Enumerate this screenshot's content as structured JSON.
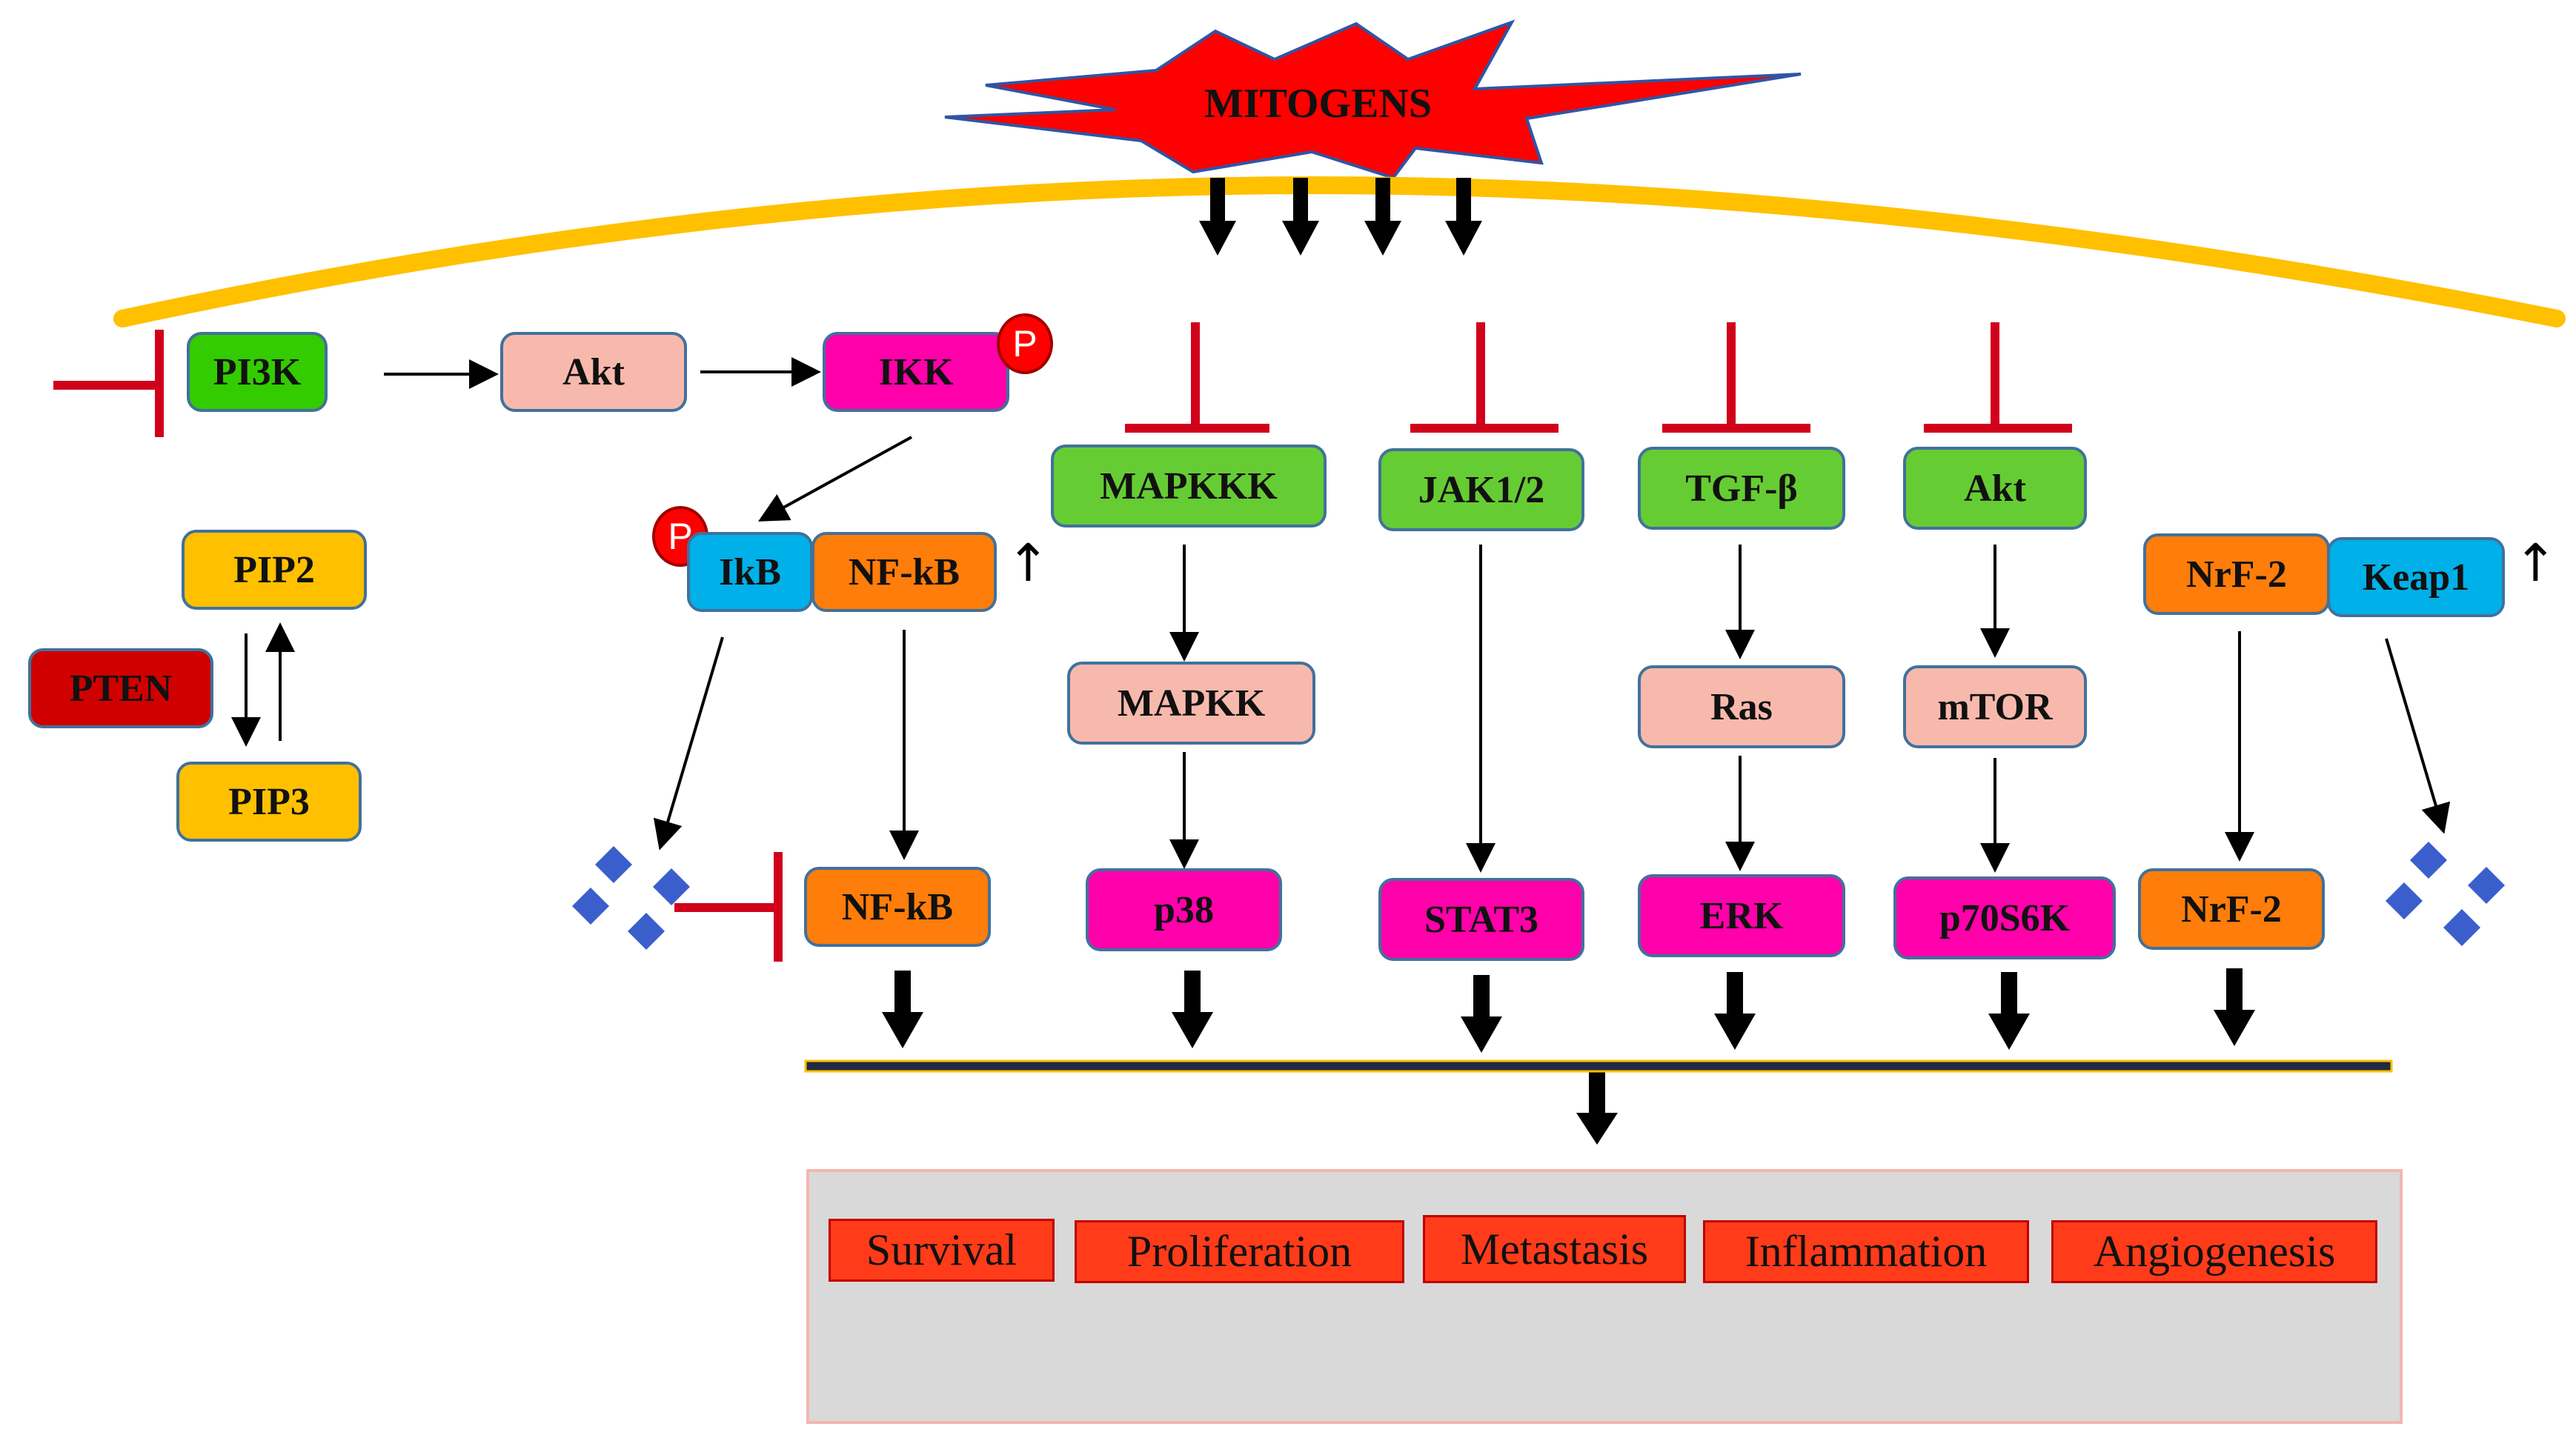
{
  "colors": {
    "green": "#66cc33",
    "bright_green": "#33cc00",
    "salmon": "#f8b9ad",
    "magenta": "#ff00aa",
    "orange": "#ff7d0a",
    "yellow": "#ffc000",
    "cyan": "#00b0e8",
    "dark_red": "#d00000",
    "outcome_red": "#ff3b1a",
    "membrane": "#ffc000",
    "inhibitor": "#d0021b",
    "diamond": "#3a5fcd",
    "panel": "#d9d9d9"
  },
  "mitogens": {
    "label": "MITOGENS",
    "icon": "starburst-icon"
  },
  "pi3k_pathway": {
    "pi3k": "PI3K",
    "akt": "Akt",
    "ikk": "IKK",
    "phospho": "P",
    "pip2": "PIP2",
    "pip3": "PIP3",
    "pten": "PTEN",
    "ikb": "IkB",
    "nfkb_complex": "NF-kB",
    "nfkb_nuclear": "NF-kB"
  },
  "mapk_pathway": {
    "top": "MAPKKK",
    "mid": "MAPKK",
    "bottom": "p38"
  },
  "jak_pathway": {
    "top": "JAK1/2",
    "bottom": "STAT3"
  },
  "tgf_pathway": {
    "top": "TGF-β",
    "mid": "Ras",
    "bottom": "ERK"
  },
  "akt_pathway": {
    "top": "Akt",
    "mid": "mTOR",
    "bottom": "p70S6K"
  },
  "nrf_pathway": {
    "nrf2": "NrF-2",
    "keap1": "Keap1",
    "bottom": "NrF-2"
  },
  "up_arrow": "↑",
  "outcomes": [
    "Survival",
    "Proliferation",
    "Metastasis",
    "Inflammation",
    "Angiogenesis"
  ]
}
